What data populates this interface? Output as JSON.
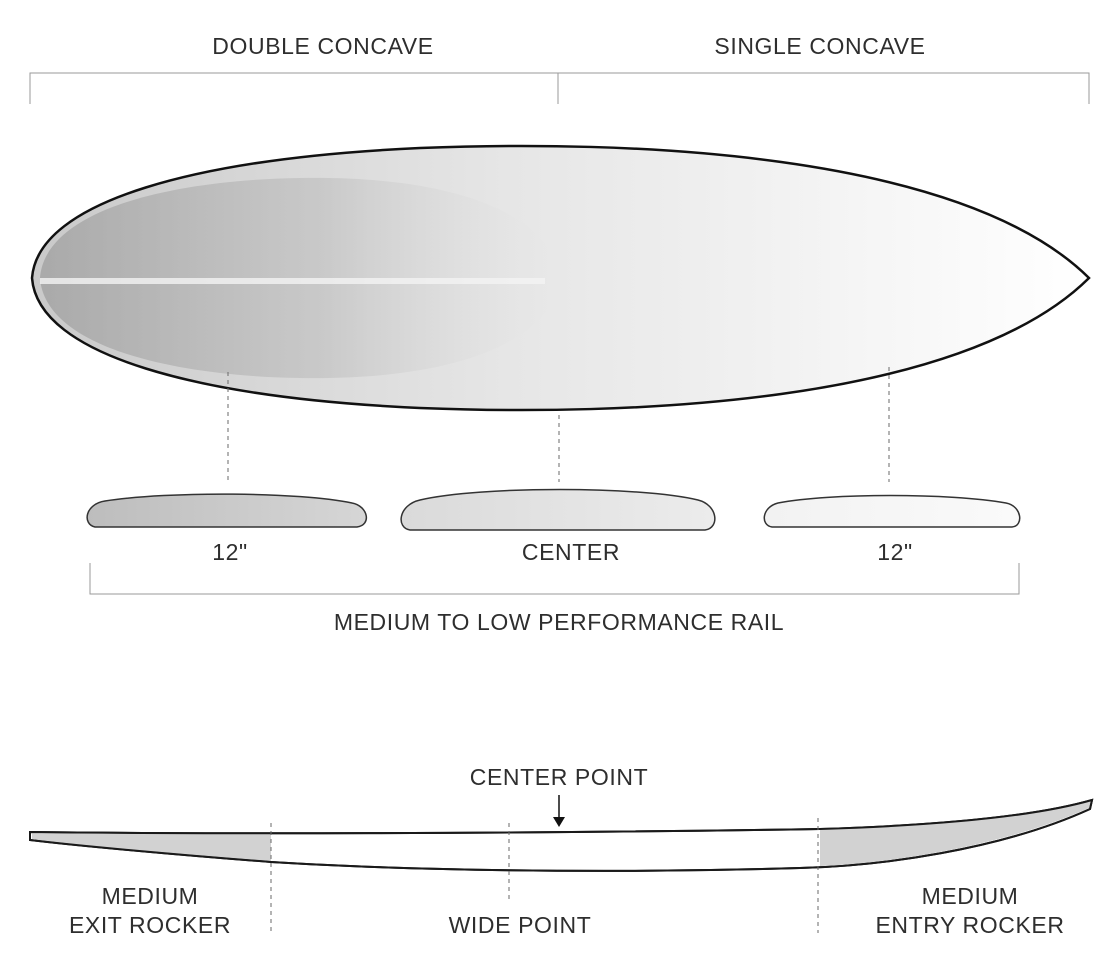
{
  "top_labels": {
    "double_concave": "DOUBLE CONCAVE",
    "single_concave": "SINGLE CONCAVE"
  },
  "rail_sections": {
    "left": "12\"",
    "center": "CENTER",
    "right": "12\"",
    "caption": "MEDIUM TO LOW PERFORMANCE RAIL"
  },
  "rocker_profile": {
    "center_point": "CENTER POINT",
    "exit_rocker_line1": "MEDIUM",
    "exit_rocker_line2": "EXIT ROCKER",
    "wide_point": "WIDE POINT",
    "entry_rocker_line1": "MEDIUM",
    "entry_rocker_line2": "ENTRY ROCKER"
  }
}
